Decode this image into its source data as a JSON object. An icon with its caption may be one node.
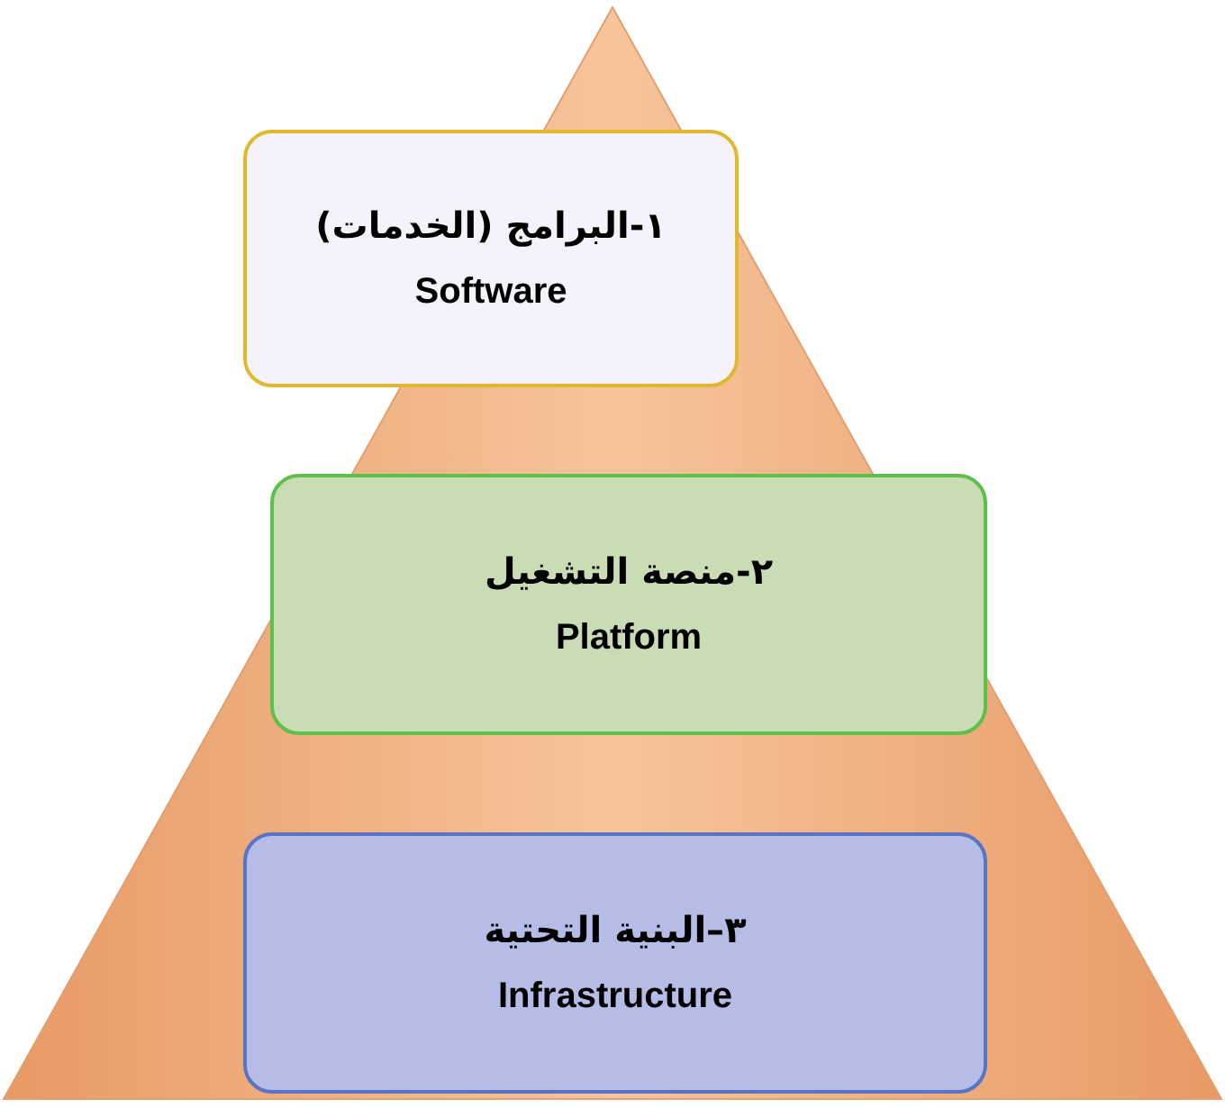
{
  "diagram": {
    "nodes": [
      {
        "text": [
          "١-البرامج (الخدمات)",
          "Software"
        ]
      },
      {
        "text": [
          "٢-منصة التشغيل",
          "Platform"
        ]
      },
      {
        "text": [
          "٣–البنية التحتية",
          "Infrastructure"
        ]
      }
    ]
  }
}
